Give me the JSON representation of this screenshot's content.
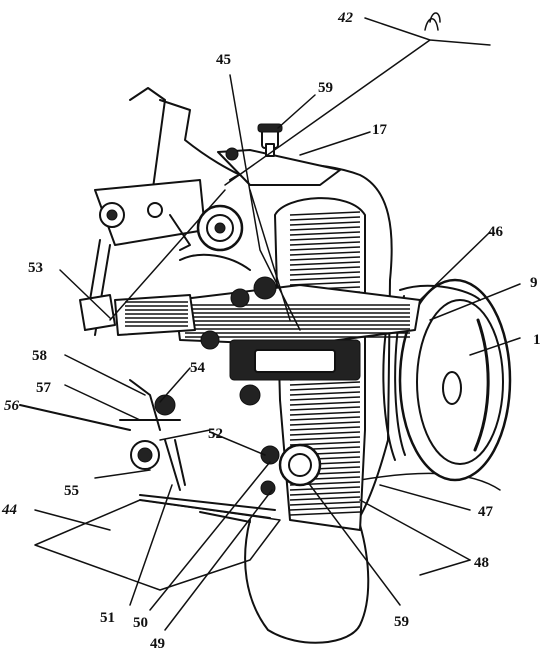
{
  "diagram": {
    "colors": {
      "ink": "#111111",
      "paper": "#ffffff"
    },
    "callouts": [
      {
        "id": "42",
        "text": "42"
      },
      {
        "id": "45",
        "text": "45"
      },
      {
        "id": "59t",
        "text": "59"
      },
      {
        "id": "17",
        "text": "17"
      },
      {
        "id": "46",
        "text": "46"
      },
      {
        "id": "9",
        "text": "9"
      },
      {
        "id": "1",
        "text": "1"
      },
      {
        "id": "53",
        "text": "53"
      },
      {
        "id": "58",
        "text": "58"
      },
      {
        "id": "54",
        "text": "54"
      },
      {
        "id": "57",
        "text": "57"
      },
      {
        "id": "56",
        "text": "56"
      },
      {
        "id": "52",
        "text": "52"
      },
      {
        "id": "55",
        "text": "55"
      },
      {
        "id": "44",
        "text": "44"
      },
      {
        "id": "47",
        "text": "47"
      },
      {
        "id": "48",
        "text": "48"
      },
      {
        "id": "59b",
        "text": "59"
      },
      {
        "id": "51",
        "text": "51"
      },
      {
        "id": "50",
        "text": "50"
      },
      {
        "id": "49",
        "text": "49"
      }
    ]
  }
}
